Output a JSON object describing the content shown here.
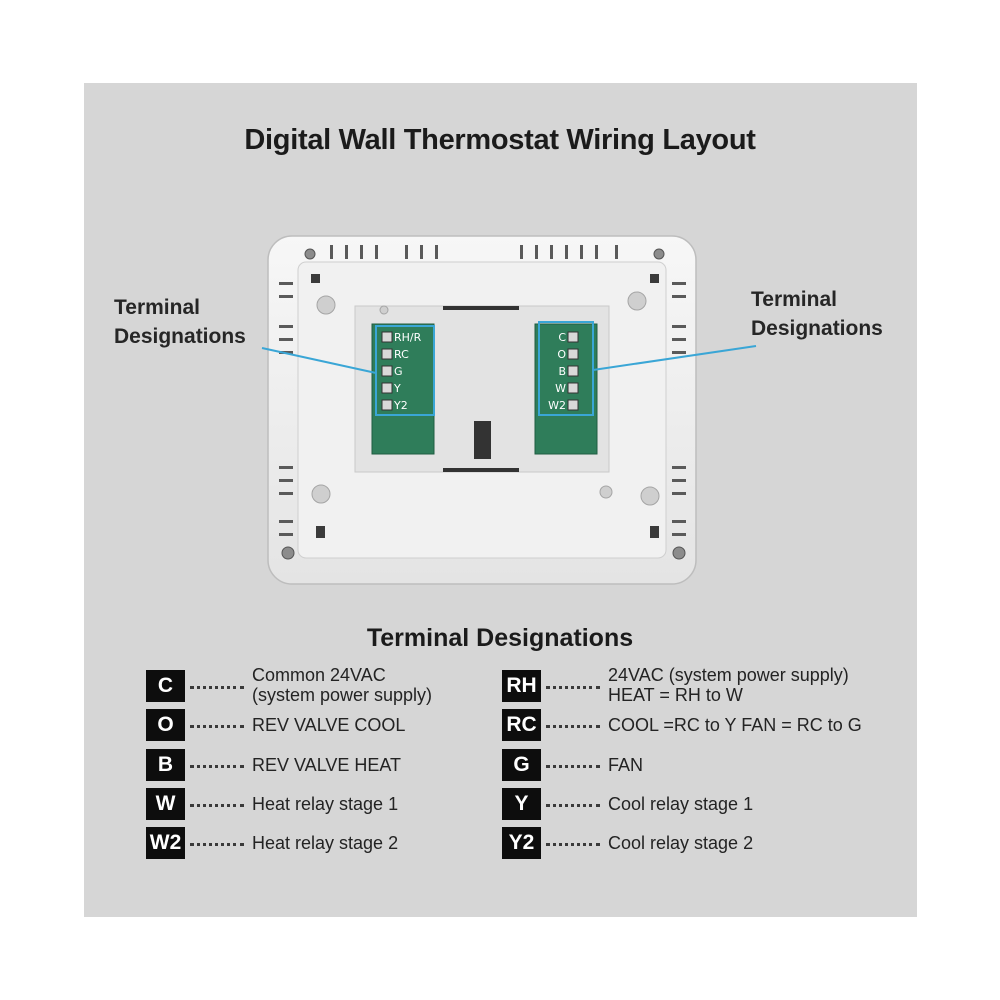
{
  "title": "Digital Wall Thermostat Wiring Layout",
  "callouts": {
    "left": {
      "line1": "Terminal",
      "line2": "Designations"
    },
    "right": {
      "line1": "Terminal",
      "line2": "Designations"
    }
  },
  "board_left_labels": [
    "RH/R",
    "RC",
    "G",
    "Y",
    "Y2"
  ],
  "board_right_labels": [
    "C",
    "O",
    "B",
    "W",
    "W2"
  ],
  "legend": {
    "title": "Terminal Designations",
    "left": [
      {
        "code": "C",
        "line1": "Common 24VAC",
        "line2": "(system power supply)"
      },
      {
        "code": "O",
        "line1": "REV VALVE COOL",
        "line2": ""
      },
      {
        "code": "B",
        "line1": "REV VALVE HEAT",
        "line2": ""
      },
      {
        "code": "W",
        "line1": "Heat relay stage 1",
        "line2": ""
      },
      {
        "code": "W2",
        "line1": "Heat relay stage 2",
        "line2": ""
      }
    ],
    "right": [
      {
        "code": "RH",
        "line1": "24VAC (system power supply)",
        "line2": "HEAT = RH to W"
      },
      {
        "code": "RC",
        "line1": "COOL =RC to Y FAN = RC to G",
        "line2": ""
      },
      {
        "code": "G",
        "line1": "FAN",
        "line2": ""
      },
      {
        "code": "Y",
        "line1": "Cool relay stage 1",
        "line2": ""
      },
      {
        "code": "Y2",
        "line1": "Cool relay stage 2",
        "line2": ""
      }
    ]
  },
  "colors": {
    "panel": "#d6d6d6",
    "pcb": "#2f7d5a",
    "callout_line": "#3aa6d6",
    "badge": "#0d0d0d"
  }
}
